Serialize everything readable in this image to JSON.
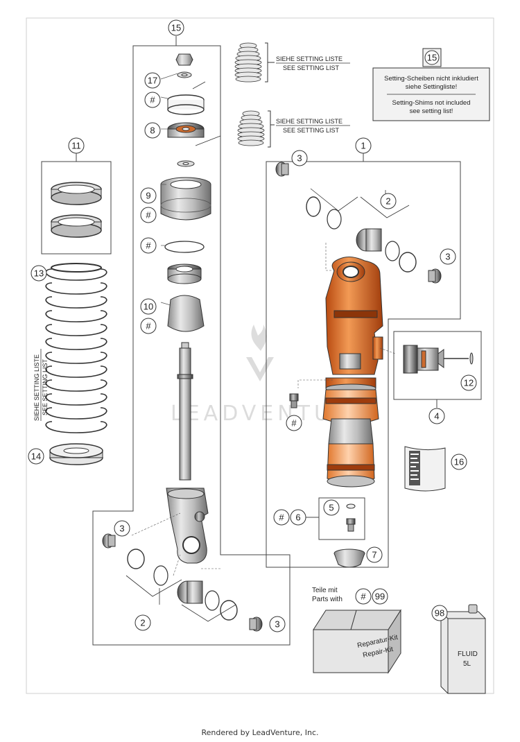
{
  "diagram": {
    "callouts": {
      "c15top": "15",
      "c17": "17",
      "c8": "8",
      "c9": "9",
      "c10": "10",
      "c11": "11",
      "c13": "13",
      "c14": "14",
      "c1": "1",
      "c2a": "2",
      "c3a": "3",
      "c3b": "3",
      "c12": "12",
      "c4": "4",
      "c16": "16",
      "c5": "5",
      "c6": "6",
      "c7": "7",
      "c3c": "3",
      "c2b": "2",
      "c3d": "3",
      "c99": "99",
      "c98": "98",
      "c15box": "15",
      "hash": "#"
    },
    "setting_note_de": "SIEHE SETTING LISTE",
    "setting_note_en": "SEE SETTING LIST",
    "note_box": {
      "line1": "Setting-Scheiben nicht inkludiert",
      "line2": "siehe Settingliste!",
      "line3": "Setting-Shims not included",
      "line4": "see setting list!"
    },
    "spring_note_de": "SIEHE SETTING LISTE",
    "spring_note_en": "SEE SETTING LIST",
    "teile_mit": "Teile mit",
    "parts_with": "Parts with",
    "repair_kit_de": "Reparatur-Kit",
    "repair_kit_en": "Repair-Kit",
    "fluid_label": "FLUID",
    "fluid_volume": "5L",
    "watermark": "LEADVENTURE"
  },
  "footer": "Rendered by LeadVenture, Inc."
}
